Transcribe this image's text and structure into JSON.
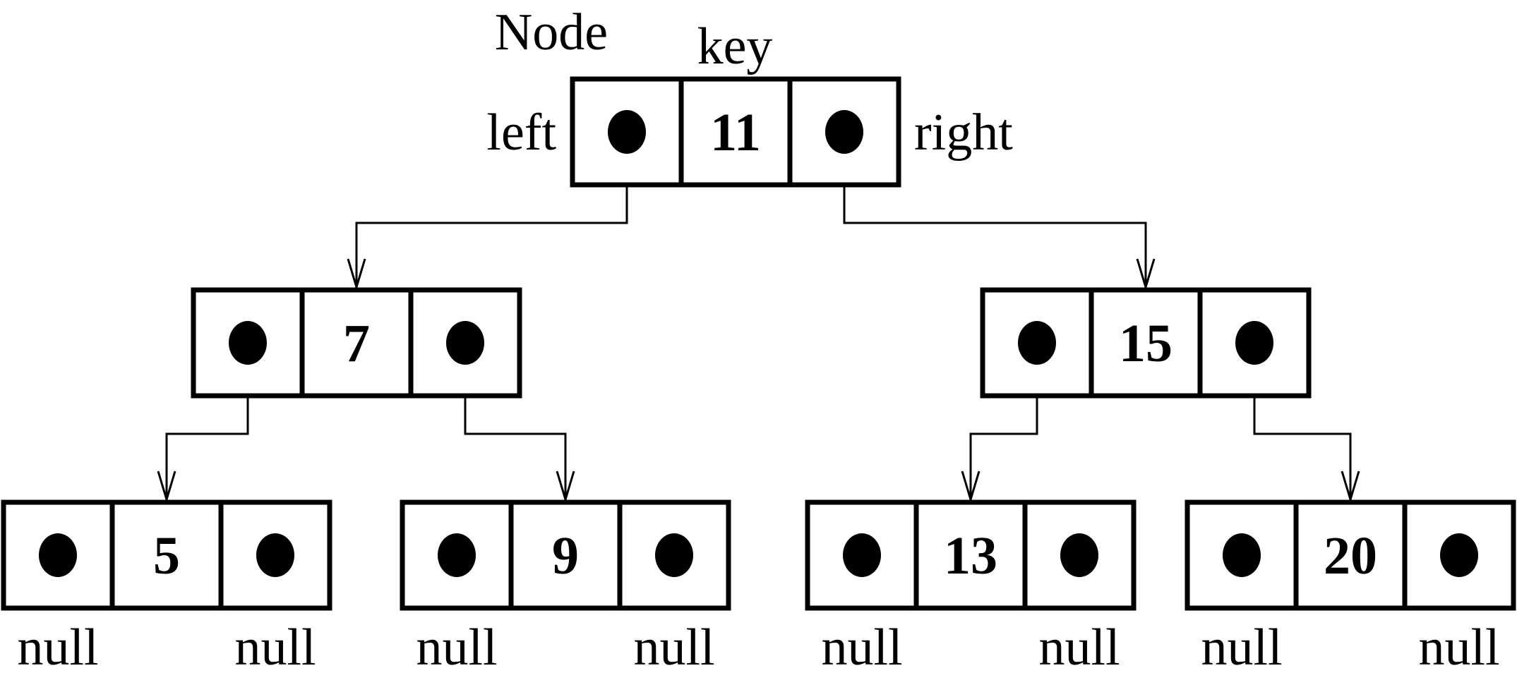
{
  "labels": {
    "node": "Node",
    "key": "key",
    "left": "left",
    "right": "right"
  },
  "null_text": "null",
  "tree": {
    "key": "11",
    "left": {
      "key": "7",
      "left": {
        "key": "5",
        "left": null,
        "right": null
      },
      "right": {
        "key": "9",
        "left": null,
        "right": null
      }
    },
    "right": {
      "key": "15",
      "left": {
        "key": "13",
        "left": null,
        "right": null
      },
      "right": {
        "key": "20",
        "left": null,
        "right": null
      }
    }
  }
}
